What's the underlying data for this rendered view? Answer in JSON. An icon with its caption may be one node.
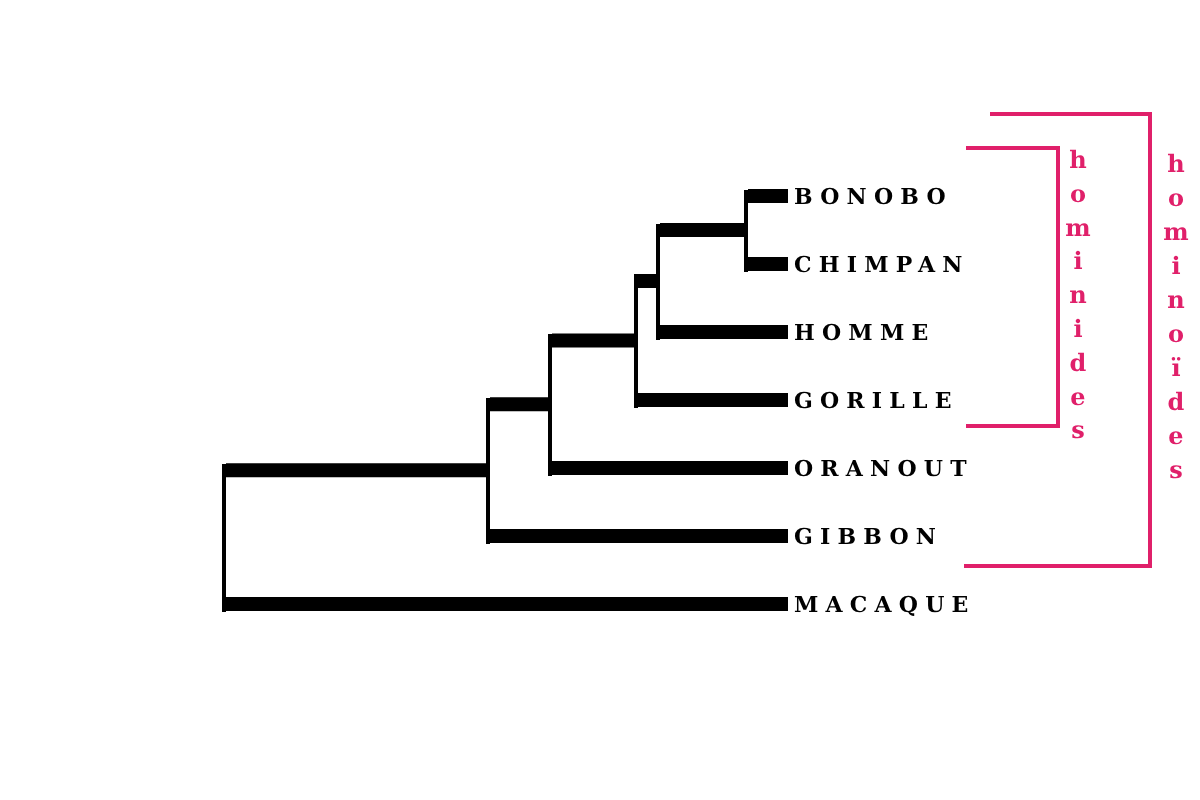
{
  "diagram": {
    "nodes": [
      {
        "text": [
          "BONOBO"
        ]
      },
      {
        "text": [
          "CHIMPAN"
        ]
      },
      {
        "text": [
          "HOMME"
        ]
      },
      {
        "text": [
          "GORILLE"
        ]
      },
      {
        "text": [
          "ORANOUT"
        ]
      },
      {
        "text": [
          "GIBBON"
        ]
      },
      {
        "text": [
          "MACAQUE"
        ]
      },
      {
        "text": [],
        "shape": "line"
      },
      {
        "text": [],
        "shape": "line"
      },
      {
        "text": [],
        "shape": "line"
      },
      {
        "text": [],
        "shape": "line"
      },
      {
        "text": [],
        "shape": "line"
      },
      {
        "text": [],
        "shape": "line"
      }
    ],
    "edges": [
      {
        "from": 7,
        "to": 8,
        "arrow": "none"
      },
      {
        "from": 7,
        "to": 6,
        "arrow": "none"
      },
      {
        "from": 8,
        "to": 9,
        "arrow": "none"
      },
      {
        "from": 8,
        "to": 5,
        "arrow": "none"
      },
      {
        "from": 9,
        "to": 10,
        "arrow": "none"
      },
      {
        "from": 9,
        "to": 4,
        "arrow": "none"
      },
      {
        "from": 10,
        "to": 11,
        "arrow": "none"
      },
      {
        "from": 10,
        "to": 3,
        "arrow": "none"
      },
      {
        "from": 11,
        "to": 12,
        "arrow": "none"
      },
      {
        "from": 11,
        "to": 2,
        "arrow": "none"
      },
      {
        "from": 12,
        "to": 0,
        "arrow": "none"
      },
      {
        "from": 12,
        "to": 1,
        "arrow": "none"
      }
    ],
    "labels": [
      "hominides",
      "hominoïdes"
    ]
  }
}
